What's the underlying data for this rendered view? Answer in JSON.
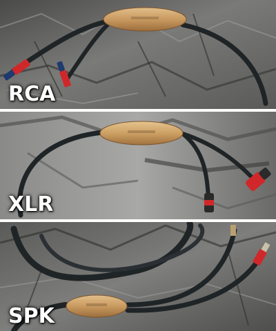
{
  "panels": [
    {
      "label": "RCA"
    },
    {
      "label": "XLR"
    },
    {
      "label": "SPK"
    }
  ],
  "colors": {
    "cable": "#1f2426",
    "connector_red": "#d0282a",
    "connector_blue": "#1e3a6e",
    "wood": "#c89a62",
    "rock": "#6e6e6c"
  }
}
